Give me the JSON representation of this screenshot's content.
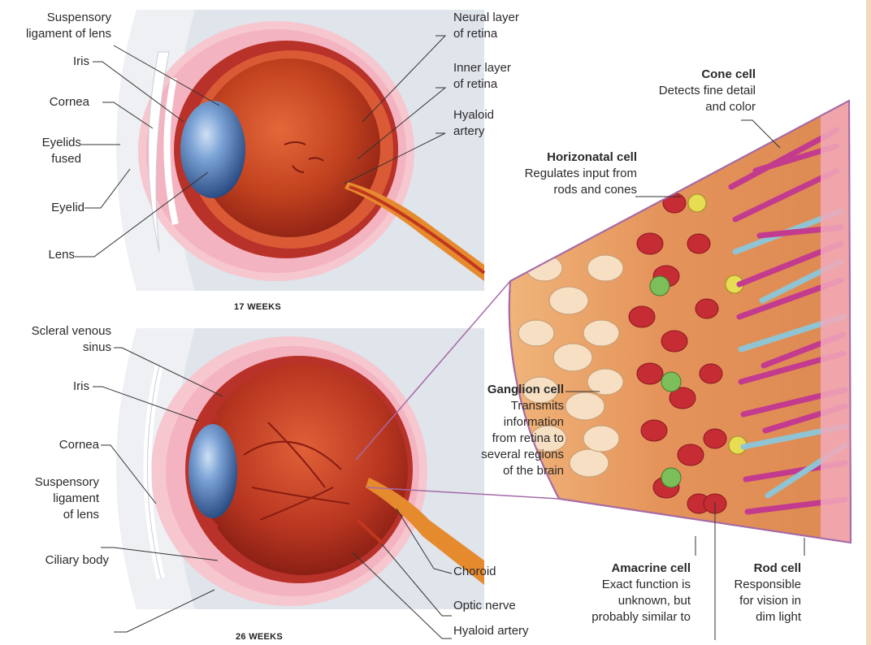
{
  "stage_top": {
    "caption": "17 WEEKS",
    "labels": {
      "suspensory_ligament_1": "Suspensory",
      "suspensory_ligament_2": "ligament of lens",
      "iris": "Iris",
      "cornea": "Cornea",
      "eyelids_fused_1": "Eyelids",
      "eyelids_fused_2": "fused",
      "eyelid": "Eyelid",
      "lens": "Lens",
      "neural_layer_1": "Neural layer",
      "neural_layer_2": "of retina",
      "inner_layer_1": "Inner layer",
      "inner_layer_2": "of retina",
      "hyaloid_1": "Hyaloid",
      "hyaloid_2": "artery"
    }
  },
  "stage_bottom": {
    "caption": "26 WEEKS",
    "labels": {
      "scleral_1": "Scleral venous",
      "scleral_2": "sinus",
      "iris": "Iris",
      "cornea": "Cornea",
      "suspensory_1": "Suspensory",
      "suspensory_2": "ligament",
      "suspensory_3": "of lens",
      "ciliary": "Ciliary body",
      "choroid": "Choroid",
      "optic_nerve": "Optic nerve",
      "hyaloid_artery": "Hyaloid artery"
    }
  },
  "retina_cells": {
    "cone": {
      "name": "Cone cell",
      "desc_1": "Detects fine detail",
      "desc_2": "and color"
    },
    "horizontal": {
      "name": "Horizonatal cell",
      "desc_1": "Regulates input from",
      "desc_2": "rods and cones"
    },
    "ganglion": {
      "name": "Ganglion cell",
      "desc_1": "Transmits",
      "desc_2": "information",
      "desc_3": "from retina to",
      "desc_4": "several regions",
      "desc_5": "of the brain"
    },
    "amacrine": {
      "name": "Amacrine cell",
      "desc_1": "Exact function is",
      "desc_2": "unknown, but",
      "desc_3": "probably similar to"
    },
    "rod": {
      "name": "Rod cell",
      "desc_1": "Responsible",
      "desc_2": "for vision in",
      "desc_3": "dim light"
    }
  },
  "colors": {
    "background_panel": "#dde2ea",
    "sclera_pink": "#f4b9c4",
    "eye_wall": "#c8443a",
    "lens_blue": "#4d79b8",
    "vitreous": "#b83a1e",
    "optic_nerve": "#e07a2a",
    "tissue_orange": "#e08a4e",
    "rod_magenta": "#c23b8f",
    "cone_blue": "#7fb5c6",
    "ganglion_cream": "#f5ddc0",
    "bipolar_red": "#c73035",
    "amacrine_green": "#7db85a",
    "horizontal_yellow": "#e5dc4f",
    "leader_line": "#333333"
  }
}
